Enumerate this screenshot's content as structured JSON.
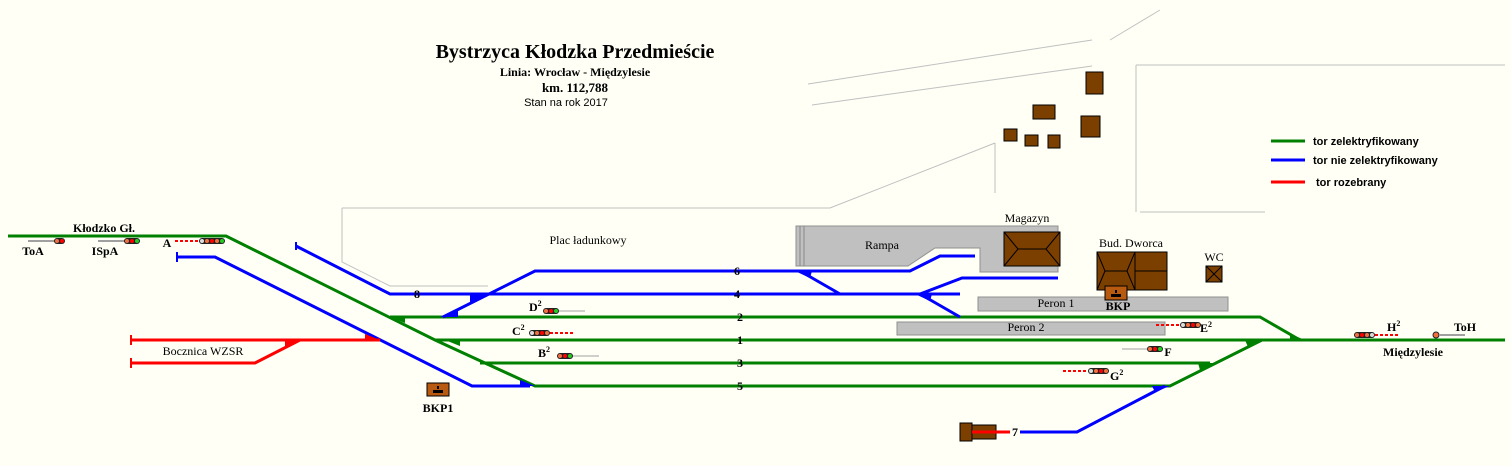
{
  "header": {
    "title": "Bystrzyca Kłodzka Przedmieście",
    "line": "Linia: Wrocław - Międzylesie",
    "km": "km. 112,788",
    "status": "Stan na rok 2017"
  },
  "legend": [
    {
      "label": "tor zelektryfikowany",
      "color": "#008000"
    },
    {
      "label": "tor nie zelektryfikowany",
      "color": "#0000ff"
    },
    {
      "label": "tor rozebrany",
      "color": "#ff0000"
    }
  ],
  "stations": {
    "left": "Kłodzko Gł.",
    "right": "Międzylesie"
  },
  "tracks": {
    "t1": "1",
    "t2": "2",
    "t3": "3",
    "t4": "4",
    "t5": "5",
    "t6": "6",
    "t7": "7",
    "t8": "8"
  },
  "signals": {
    "toa": "ToA",
    "ispa": "ISpA",
    "a": "A",
    "b": {
      "main": "B",
      "sup": "2"
    },
    "c": {
      "main": "C",
      "sup": "2"
    },
    "d": {
      "main": "D",
      "sup": "2"
    },
    "e": {
      "main": "E",
      "sup": "2"
    },
    "f": "F",
    "g": {
      "main": "G",
      "sup": "2"
    },
    "h": {
      "main": "H",
      "sup": "2"
    },
    "toh": "ToH"
  },
  "places": {
    "plac": "Plac ładunkowy",
    "rampa": "Rampa",
    "magazyn": "Magazyn",
    "dworzec": "Bud. Dworca",
    "wc": "WC",
    "peron1": "Peron 1",
    "peron2": "Peron 2",
    "bkp": "BKP",
    "bkp1": "BKP1",
    "bocznica": "Bocznica WZSR"
  },
  "colors": {
    "electrified": "#008000",
    "non_electrified": "#0000ff",
    "dismantled": "#ff0000",
    "building": "#7b3f00"
  }
}
